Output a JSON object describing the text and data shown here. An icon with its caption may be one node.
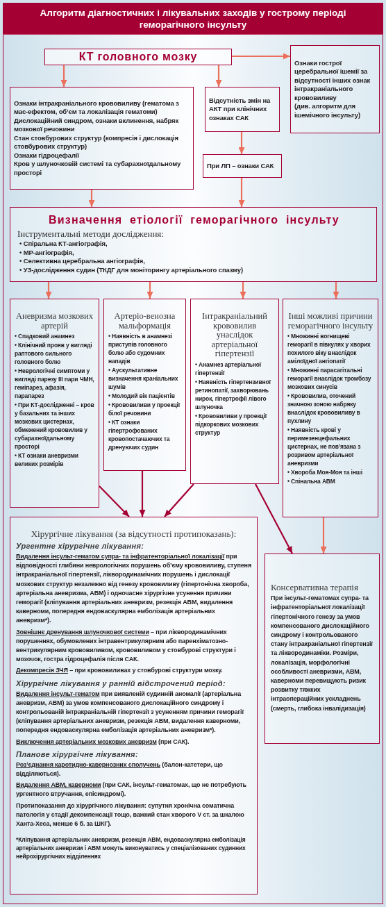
{
  "diagram": {
    "title": "Алгоритм діагностичних і лікувальних заходів у гострому періоді геморагічного інсульту",
    "nodes": [
      {
        "text": [
          "КТ головного мозку"
        ]
      },
      {
        "text": [
          "Ознаки гострої церебральної ішемії за відсутності інших ознак інтракраніального крововиливу",
          "(див. алгоритм для ішемічного інсульту)"
        ]
      },
      {
        "text": [
          "Ознаки інтракраніального крововиливу (гематома з мас-ефектом, об’єм та локалізація гематоми)",
          "Дислокаційний синдром, ознаки вклинення, набряк мозкової речовини",
          "Стан стовбурових структур (компресія і дислокація стовбурових структур)",
          "Ознаки гідроцефалії",
          "Кров у шлуночковій системі та субарахноїдальному просторі"
        ]
      },
      {
        "text": [
          "Відсутність змін на АКТ при клінічних ознаках САК"
        ]
      },
      {
        "text": [
          "При ЛП – ознаки САК"
        ]
      },
      {
        "text": [
          "Визначення етіології геморагічного інсульту",
          "Інструментальні методи дослідження:",
          "• Спіральна КТ-ангіографія,",
          "• МР-ангіографія,",
          "• Селективна церебральна ангіографія,",
          "• УЗ-дослідження судин (ТКДГ для моніторингу артеріального спазму)"
        ]
      },
      {
        "text": [
          "Аневризма мозкових артерій",
          "• Спадковий анамнез",
          "• Клінічний прояв у вигляді раптового сильного головного болю",
          "• Неврологічні симптоми у вигляді парезу III пари ЧМН, геміпарез, афазія, парапарез",
          "• При КТ-дослідженні – кров у базальних та інших мозкових цистернах, обмежений крововилив у субарахноїдальному просторі",
          "• КТ ознаки аневризми великих розмірів"
        ]
      },
      {
        "text": [
          "Артеріо-венозна мальформація",
          "• Наявність в анамнезі приступів головного болю або судомних нападів",
          "• Аускультативне визначення краніальних шумів",
          "• Молодий вік пацієнтів",
          "• Крововиливи у проекції білої речовини",
          "• КТ ознаки гіпертрофованих кровопостачаючих та дренуючих судин"
        ]
      },
      {
        "text": [
          "Інтракраніальний крововилив унаслідок артеріальної гіпертензії",
          "• Анамнез артеріальної гіпертензії",
          "• Наявність гіпертензивної ретинопатії, захворювань нирок, гіпертрофії лівого шлуночка",
          "• Крововиливи у проекції підкоркових мозкових структур"
        ]
      },
      {
        "text": [
          "Інші можливі причини геморагічного інсульту",
          "• Множинні вогнищеві геморагії в півкулях у хворих похилого віку внаслідок амілоїдної ангіопатії",
          "• Множинні парасагітальні геморагії внаслідок тромбозу мозкових синусів",
          "• Крововилив, оточений значною зоною набряку внаслідок крововиливу в пухлину",
          "• Наявність крові у перимезенцефальних цистернах, не пов’язана з розривом артеріальної аневризми",
          "• Хвороба Моя-Моя та інші",
          "• Спінальна АВМ"
        ]
      },
      {
        "text": [
          "Хірургічне лікування (за відсутності протипоказань):",
          "Ургентне хірургічне лікування:",
          "**Видалення інсульт-гематом супра- та інфратенторіальної локалізації** при відповідності глибини неврологічних порушень об’єму крововиливу, ступеня інтракраніальної гіпертензії, ліквородинамічних порушень і дислокації мозкових структур незалежно від генезу крововиливу (гіпертонічна хвороба, артеріальна аневризма, АВМ) і одночасне хірургічне усунення причини геморагії (кліпування артеріальних аневризм, резекція АВМ, видалення каверноми, попередня ендоваскулярна емболізація артеріальних аневризм*).",
          "**Зовнішнє дренування шлуночкової системи** – при ліквородинамічних порушеннях, обумовлених інтравентрикулярним або паренхіматозно-вентрикулярним крововиливом, крововиливом у стовбурові структури і мозочок, гостра гідроцефалія після САК.",
          "**Декомпресія ЗЧЯ** – при крововиливах у стовбурові структури мозку.",
          "Хірургічне лікування у ранній відстрочений період:",
          "**Видалення інсульт-гематом** при виявленій судинній аномалії (артеріальна аневризм, АВМ) за умов компенсованого дислокаційного синдрому і контрольованій інтракраніальній гіпертензії з усуненням причини геморагії (кліпування артеріальних аневризм, резекція АВМ, видалення каверноми, попередня ендоваскулярна емболізація артеріальних аневризм*).",
          "**Виключення артеріальних мозкових аневризм** (при САК).",
          "Планове хірургічне лікування:",
          "**Роз’єднання каротидно-кавернозних сполучень** (балон-катетери, що відділяються).",
          "**Видалення АВМ, каверноми** (при САК, інсульт-гематомах, що не потребують ургентного втручання, епісиндромі).",
          "Протипоказання до хірургічного лікування: супутня хронічна соматична патологія у стадії декомпенсації тощо, важкий стан хворого V ст. за шкалою Ханта-Хеса, менше 6 б. за ШКГ).",
          "*Кліпування артеріальних аневризм, резекція АВМ, ендоваскулярна емболізація артеріальних аневризм і АВМ можуть виконуватись у спеціалізованих судинних нейрохірургічних відділеннях"
        ]
      },
      {
        "text": [
          "Консервативна терапія",
          "При інсульт-гематомах супра- та інфратенторіальної локалізації гіпертонічного генезу за умов компенсованого дислокаційного синдрому і контрольованого стану інтракраніальної гіпертензії та ліквородинаміки. Розміри, локалізація, морфологічні особливості аневризми, АВМ, каверноми перевищують ризик розвитку тяжких інтраопераційних ускладнень (смерть, глибока інвалідизація)"
        ]
      }
    ],
    "edges": [
      {
        "from": 0,
        "to": 1,
        "arrow": "to"
      },
      {
        "from": 0,
        "to": 2,
        "arrow": "to"
      },
      {
        "from": 0,
        "to": 3,
        "arrow": "to"
      },
      {
        "from": 3,
        "to": 4,
        "arrow": "to"
      },
      {
        "from": 2,
        "to": 5,
        "arrow": "to"
      },
      {
        "from": 4,
        "to": 5,
        "arrow": "to"
      },
      {
        "from": 5,
        "to": 6,
        "arrow": "to"
      },
      {
        "from": 5,
        "to": 7,
        "arrow": "to"
      },
      {
        "from": 5,
        "to": 8,
        "arrow": "to"
      },
      {
        "from": 5,
        "to": 9,
        "arrow": "to"
      },
      {
        "from": 6,
        "to": 10,
        "arrow": "to",
        "color": "#a50034"
      },
      {
        "from": 7,
        "to": 10,
        "arrow": "to",
        "color": "#a50034"
      },
      {
        "from": 8,
        "to": 10,
        "arrow": "to",
        "color": "#a50034"
      },
      {
        "from": 8,
        "to": 11,
        "arrow": "to",
        "color": "#a50034"
      },
      {
        "from": 9,
        "to": 11,
        "arrow": "to"
      }
    ]
  }
}
